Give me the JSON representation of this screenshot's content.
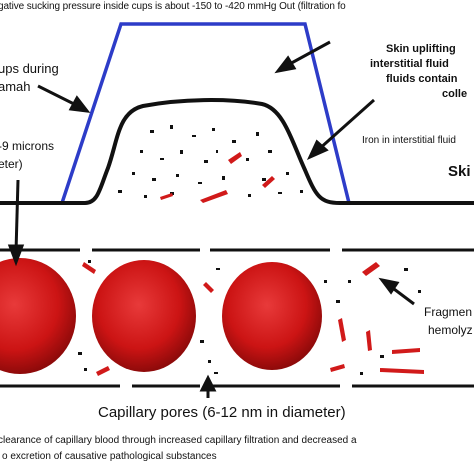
{
  "labels": {
    "top_line": "gative sucking pressure inside cups is about -150 to -420 mmHg Out (filtration fo",
    "cups_line1": "ups during",
    "cups_line2": "amah",
    "skin_uplift_1": "Skin uplifting",
    "skin_uplift_2": "interstitial fluid",
    "skin_uplift_3": "fluids contain",
    "skin_uplift_4": "colle",
    "microns_1": "-9 microns",
    "microns_2": "eter)",
    "iron_text": "Iron in interstitial fluid",
    "skin_label": "Ski",
    "fragment_1": "Fragmen",
    "fragment_2": "hemolyz",
    "pores": "Capillary pores (6-12 nm in diameter)",
    "bottom_1": "clearance of capillary blood through increased capillary filtration and decreased a",
    "bottom_2": "o excretion of causative pathological substances"
  },
  "colors": {
    "cup_outline": "#2d3cc8",
    "rbc": "#d11a1a",
    "rbc_dark": "#9a0c0c",
    "ink": "#111111"
  }
}
